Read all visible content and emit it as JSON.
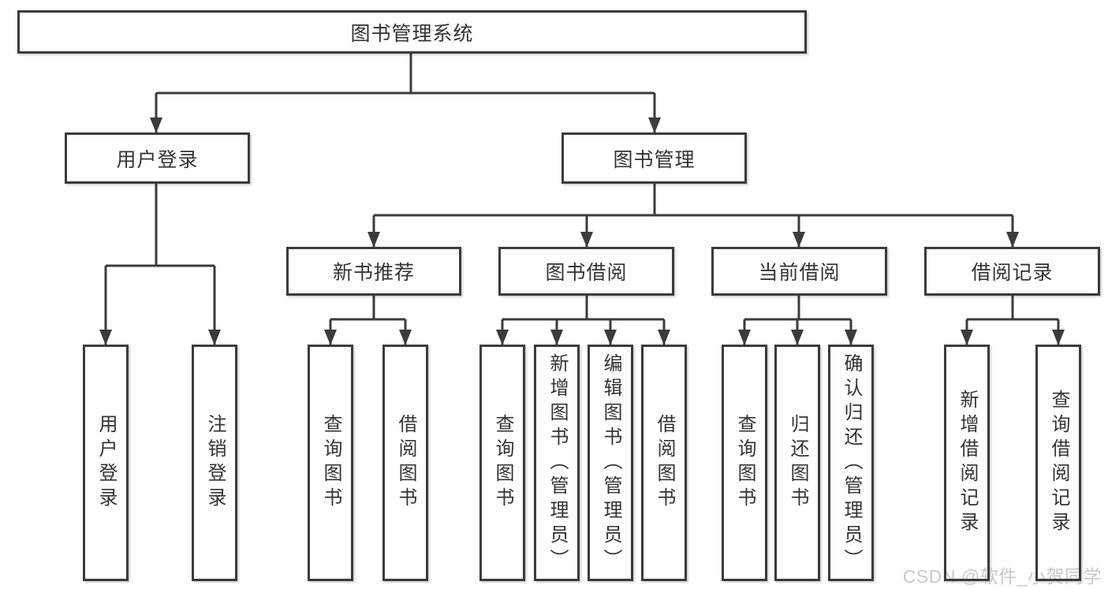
{
  "diagram_type": "tree",
  "nodes": {
    "root": {
      "label": "图书管理系统"
    },
    "user_login": {
      "label": "用户登录"
    },
    "book_mgmt": {
      "label": "图书管理"
    },
    "new_book_rec": {
      "label": "新书推荐"
    },
    "book_borrow": {
      "label": "图书借阅"
    },
    "current_borrow": {
      "label": "当前借阅"
    },
    "borrow_records": {
      "label": "借阅记录"
    },
    "login": {
      "label": "用户登录"
    },
    "logout": {
      "label": "注销登录"
    },
    "rec_query_book": {
      "label": "查询图书"
    },
    "rec_borrow_book": {
      "label": "借阅图书"
    },
    "bb_query_book": {
      "label": "查询图书"
    },
    "bb_add_book": {
      "label": "新增图书（管理员）"
    },
    "bb_edit_book": {
      "label": "编辑图书（管理员）"
    },
    "bb_borrow_book": {
      "label": "借阅图书"
    },
    "cb_query_book": {
      "label": "查询图书"
    },
    "cb_return_book": {
      "label": "归还图书"
    },
    "cb_confirm_return": {
      "label": "确认归还（管理员）"
    },
    "br_add_record": {
      "label": "新增借阅记录"
    },
    "br_query_record": {
      "label": "查询借阅记录"
    }
  },
  "edges": [
    [
      "root",
      "user_login"
    ],
    [
      "root",
      "book_mgmt"
    ],
    [
      "user_login",
      "login"
    ],
    [
      "user_login",
      "logout"
    ],
    [
      "book_mgmt",
      "new_book_rec"
    ],
    [
      "book_mgmt",
      "book_borrow"
    ],
    [
      "book_mgmt",
      "current_borrow"
    ],
    [
      "book_mgmt",
      "borrow_records"
    ],
    [
      "new_book_rec",
      "rec_query_book"
    ],
    [
      "new_book_rec",
      "rec_borrow_book"
    ],
    [
      "book_borrow",
      "bb_query_book"
    ],
    [
      "book_borrow",
      "bb_add_book"
    ],
    [
      "book_borrow",
      "bb_edit_book"
    ],
    [
      "book_borrow",
      "bb_borrow_book"
    ],
    [
      "current_borrow",
      "cb_query_book"
    ],
    [
      "current_borrow",
      "cb_return_book"
    ],
    [
      "current_borrow",
      "cb_confirm_return"
    ],
    [
      "borrow_records",
      "br_add_record"
    ],
    [
      "borrow_records",
      "br_query_record"
    ]
  ],
  "watermark": "CSDN @软件_小贺同学",
  "colors": {
    "line": "#3b3b3b",
    "text": "#333333",
    "watermark": "#c9c9cd",
    "background": "#ffffff"
  }
}
